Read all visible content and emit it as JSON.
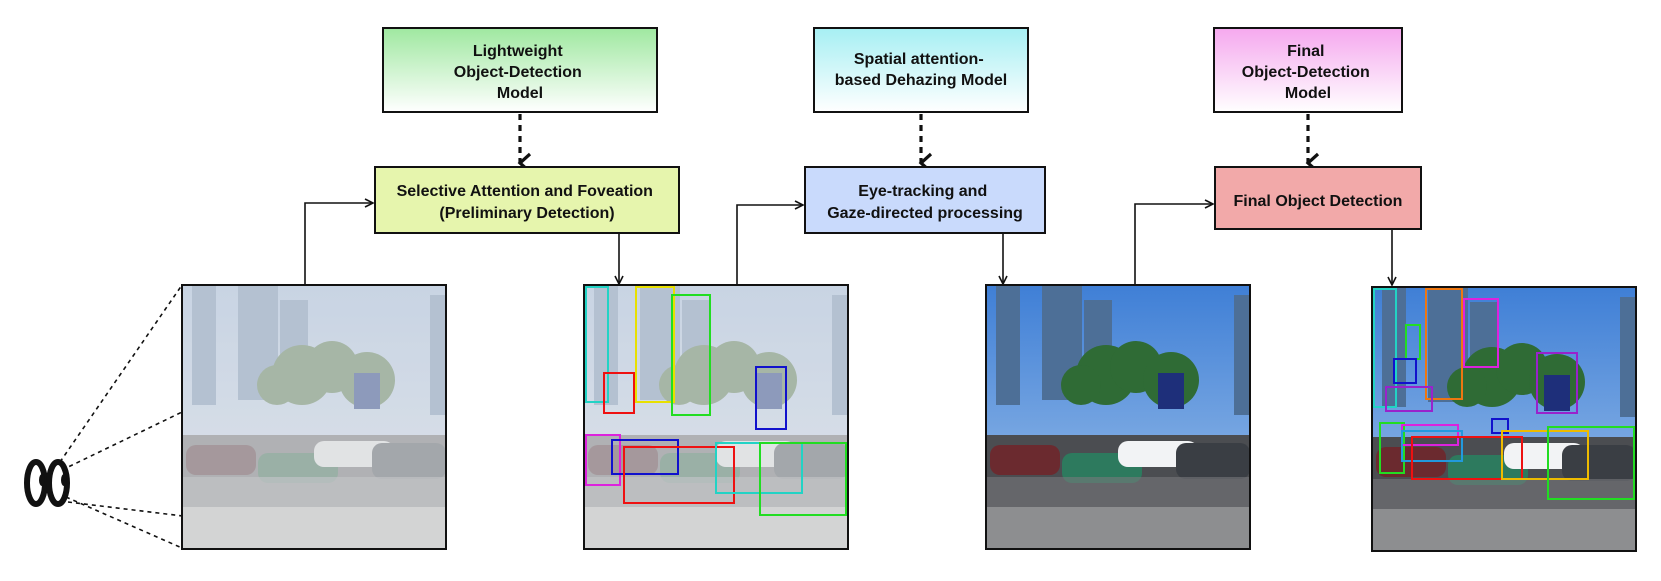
{
  "models": [
    {
      "id": "lightweight",
      "lines": [
        "Lightweight",
        "Object-Detection",
        "Model"
      ]
    },
    {
      "id": "dehazing",
      "lines": [
        "Spatial attention-",
        "based Dehazing Model"
      ]
    },
    {
      "id": "final-model",
      "lines": [
        "Final",
        "Object-Detection",
        "Model"
      ]
    }
  ],
  "stages": [
    {
      "id": "selective-attention",
      "lines": [
        "Selective Attention and Foveation",
        "(Preliminary Detection)"
      ]
    },
    {
      "id": "eye-tracking",
      "lines": [
        "Eye-tracking and",
        "Gaze-directed processing"
      ]
    },
    {
      "id": "final-detection",
      "lines": [
        "Final Object Detection"
      ]
    }
  ],
  "images": [
    {
      "id": "hazy-input",
      "state": "hazy",
      "detections": []
    },
    {
      "id": "preliminary-detections",
      "state": "hazy",
      "detections": [
        "#22d3c5",
        "#e8e000",
        "#22dd22",
        "#ee1111",
        "#1111cc",
        "#dd22dd",
        "#1111cc",
        "#ee1111",
        "#22d3c5",
        "#22dd22"
      ]
    },
    {
      "id": "dehazed",
      "state": "clear",
      "detections": []
    },
    {
      "id": "final-detections",
      "state": "clear",
      "detections": [
        "#22d3c5",
        "#ee7711",
        "#dd22dd",
        "#22dd22",
        "#1111cc",
        "#9922cc",
        "#9922cc",
        "#1111cc",
        "#22dd22",
        "#dd22dd",
        "#2299dd",
        "#ee1111",
        "#eebb00",
        "#22dd22"
      ]
    }
  ],
  "colors": {
    "model_lightweight": "#c9f5c9",
    "model_dehazing": "#c9f6f6",
    "model_final": "#f7c9f3",
    "stage_selective": "#e6f5ad",
    "stage_eye": "#c9dafc",
    "stage_final": "#f2a9a9"
  },
  "icons": {
    "viewer": "eyes-icon"
  }
}
